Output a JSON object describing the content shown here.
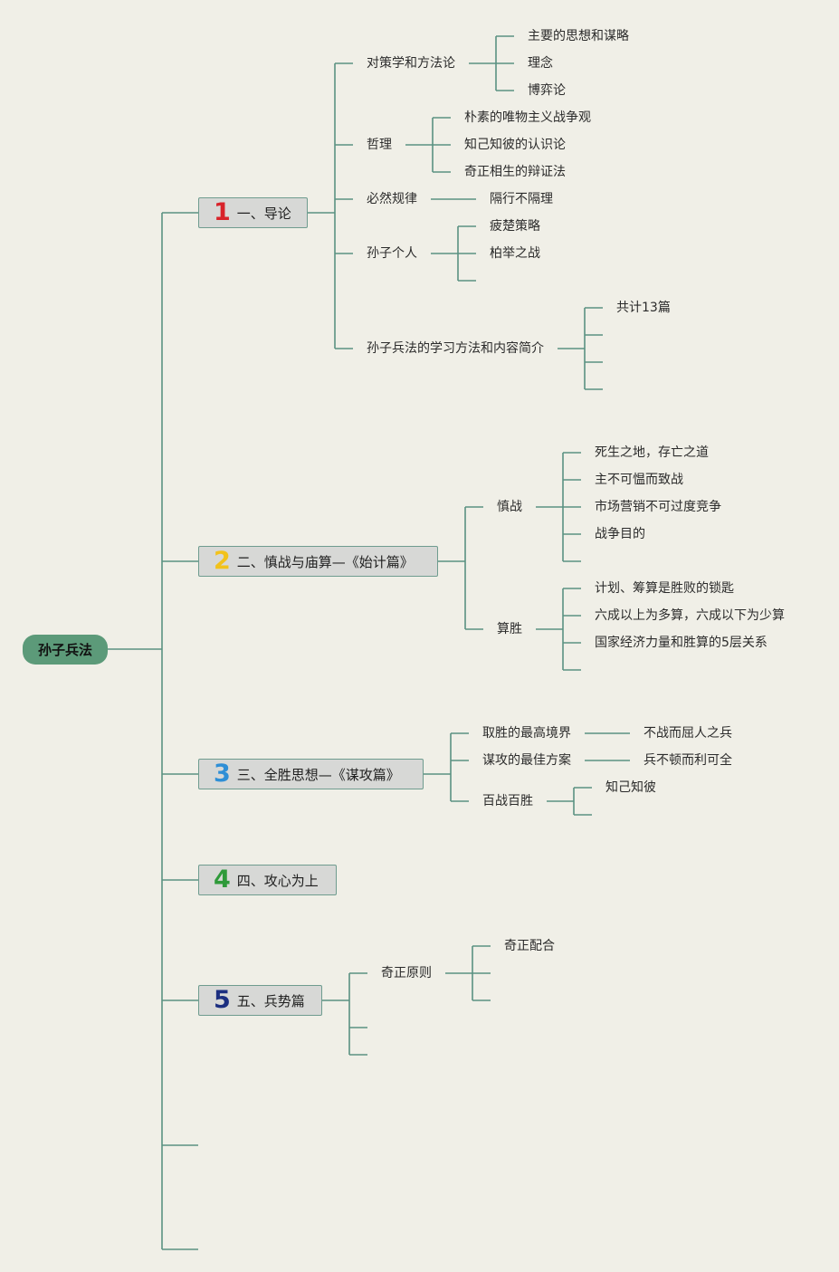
{
  "root": {
    "label": "孙子兵法"
  },
  "colors": {
    "line": "#5a9282",
    "root_fill": "#5c9a79",
    "box_fill": "#d7d8d6"
  },
  "sections": [
    {
      "number": "1",
      "label": "一、导论",
      "number_color": "#d8232a"
    },
    {
      "number": "2",
      "label": "二、慎战与庙算—《始计篇》",
      "number_color": "#f2c21b"
    },
    {
      "number": "3",
      "label": "三、全胜思想—《谋攻篇》",
      "number_color": "#2f8fd6"
    },
    {
      "number": "4",
      "label": "四、攻心为上",
      "number_color": "#2f9a3a"
    },
    {
      "number": "5",
      "label": "五、兵势篇",
      "number_color": "#1c2f80"
    }
  ],
  "nodes": {
    "s1": {
      "strategy": "对策学和方法论",
      "strategy_items": [
        "主要的思想和谋略",
        "理念",
        "博弈论"
      ],
      "philosophy": "哲理",
      "philosophy_items": [
        "朴素的唯物主义战争观",
        "知己知彼的认识论",
        "奇正相生的辩证法"
      ],
      "law": "必然规律",
      "law_items": [
        "隔行不隔理"
      ],
      "person": "孙子个人",
      "person_items": [
        "疲楚策略",
        "柏举之战"
      ],
      "study": "孙子兵法的学习方法和内容简介",
      "study_items": [
        "共计13篇"
      ]
    },
    "s2": {
      "caution": "慎战",
      "caution_items": [
        "死生之地，存亡之道",
        "主不可愠而致战",
        "市场营销不可过度竞争",
        "战争目的"
      ],
      "calc": "算胜",
      "calc_items": [
        "计划、筹算是胜败的锁匙",
        "六成以上为多算，六成以下为少算",
        "国家经济力量和胜算的5层关系"
      ]
    },
    "s3": {
      "highest": "取胜的最高境界",
      "highest_item": "不战而屈人之兵",
      "best": "谋攻的最佳方案",
      "best_item": "兵不顿而利可全",
      "hundred": "百战百胜",
      "hundred_item": "知己知彼"
    },
    "s5": {
      "principle": "奇正原则",
      "principle_item": "奇正配合"
    }
  }
}
